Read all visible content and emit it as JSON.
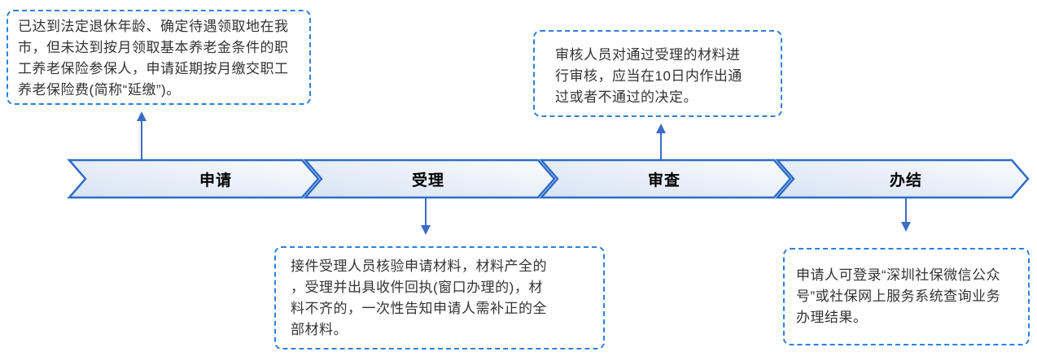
{
  "flow": {
    "steps": [
      {
        "id": "apply",
        "label": "申请"
      },
      {
        "id": "accept",
        "label": "受理"
      },
      {
        "id": "review",
        "label": "审查"
      },
      {
        "id": "complete",
        "label": "办结"
      }
    ],
    "callouts": [
      {
        "id": "apply-note",
        "position": "top-left",
        "points_to": "申请",
        "text": "已达到法定退休年龄、确定待遇领取地在我\n市，但未达到按月领取基本养老金条件的职\n工养老保险参保人，申请延期按月缴交职工\n养老保险费(简称“延缴”)。"
      },
      {
        "id": "review-note",
        "position": "top-right",
        "points_to": "审查",
        "text": "审核人员对通过受理的材料进\n行审核，应当在10日内作出通\n过或者不通过的决定。"
      },
      {
        "id": "accept-note",
        "position": "bottom-left",
        "points_to": "受理",
        "text": "接件受理人员核验申请材料，材料产全的\n，受理并出具收件回执(窗口办理的)，材\n料不齐的，一次性告知申请人需补正的全\n部材料。"
      },
      {
        "id": "complete-note",
        "position": "bottom-right",
        "points_to": "办结",
        "text": "申请人可登录“深圳社保微信公众\n号”或社保网上服务系统查询业务\n办理结果。"
      }
    ],
    "colors": {
      "chevron_border": "#2E6DC6",
      "chevron_fill_light": "#FBFDFE",
      "chevron_fill_dark": "#DCE6F4",
      "dashed_border": "#2F80D8",
      "arrow": "#3A6CC8",
      "text": "#333333"
    }
  }
}
